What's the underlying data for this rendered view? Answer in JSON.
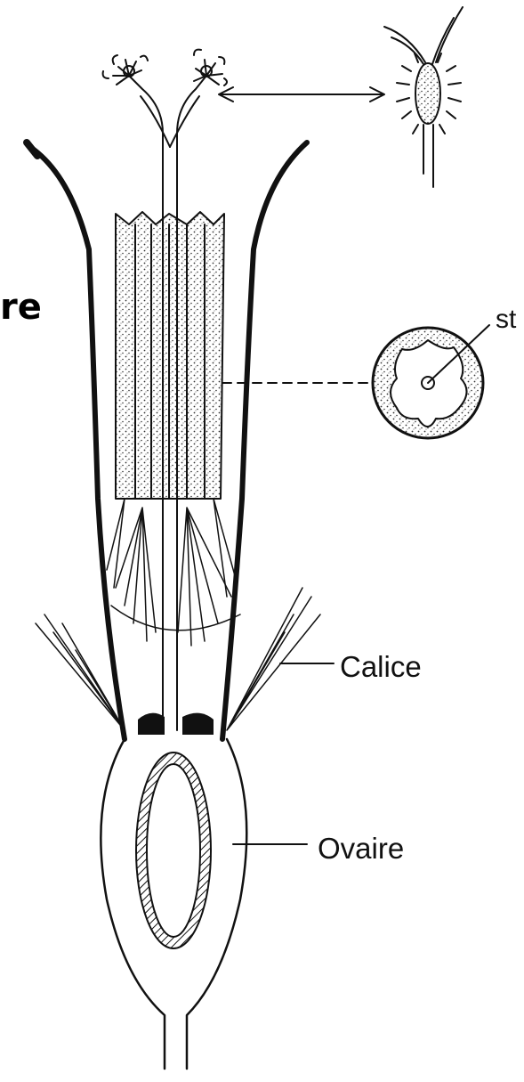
{
  "labels": {
    "partial_left": "re",
    "stamen_tube_cross_section": "st",
    "calyx": "Calice",
    "ovary": "Ovaire"
  },
  "colors": {
    "ink": "#111111",
    "background": "#ffffff",
    "stipple": "#333333"
  }
}
